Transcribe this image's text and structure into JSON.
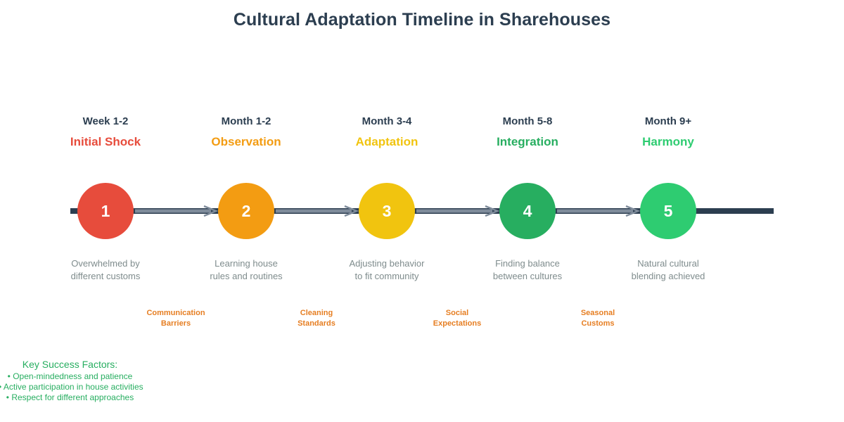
{
  "title": "Cultural Adaptation Timeline in Sharehouses",
  "colors": {
    "title": "#2c3e50",
    "baseline": "#2c3e50",
    "arrow": "#7f8c9b",
    "description": "#7f8c8d",
    "challenge": "#e67e22",
    "success": "#27ae60",
    "background": "#ffffff"
  },
  "chart_data": {
    "type": "timeline",
    "title": "Cultural Adaptation Timeline in Sharehouses",
    "stage_count": 5,
    "stages": [
      {
        "number": "1",
        "period": "Week 1-2",
        "name": "Initial Shock",
        "description_line1": "Overwhelmed by",
        "description_line2": "different customs",
        "color": "#e74c3c"
      },
      {
        "number": "2",
        "period": "Month 1-2",
        "name": "Observation",
        "description_line1": "Learning house",
        "description_line2": "rules and routines",
        "color": "#f39c12"
      },
      {
        "number": "3",
        "period": "Month 3-4",
        "name": "Adaptation",
        "description_line1": "Adjusting behavior",
        "description_line2": "to fit community",
        "color": "#f1c40f"
      },
      {
        "number": "4",
        "period": "Month 5-8",
        "name": "Integration",
        "description_line1": "Finding balance",
        "description_line2": "between cultures",
        "color": "#27ae60"
      },
      {
        "number": "5",
        "period": "Month 9+",
        "name": "Harmony",
        "description_line1": "Natural cultural",
        "description_line2": "blending achieved",
        "color": "#2ecc71"
      }
    ],
    "challenges": [
      {
        "line1": "Communication",
        "line2": "Barriers"
      },
      {
        "line1": "Cleaning",
        "line2": "Standards"
      },
      {
        "line1": "Social",
        "line2": "Expectations"
      },
      {
        "line1": "Seasonal",
        "line2": "Customs"
      }
    ]
  },
  "success_factors": {
    "title": "Key Success Factors:",
    "items": [
      "• Open-mindedness and patience",
      "• Active participation in house activities",
      "• Respect for different approaches"
    ]
  }
}
